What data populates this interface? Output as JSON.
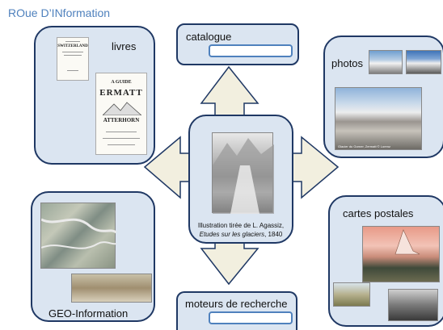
{
  "title": "ROue D’INformation",
  "catalogue": {
    "label": "catalogue"
  },
  "livres": {
    "label": "livres",
    "book1_title": "SWITZERLAND",
    "book2_title_a": "A GUIDE",
    "book2_title_b": "ERMATT",
    "book2_title_c": "ATTERHORN"
  },
  "photos": {
    "label": "photos",
    "caption": "Glacier du Gorner, Zermatt © Lorenz"
  },
  "center": {
    "caption_line1": "Illustration tirée de L. Agassiz,",
    "caption_line2_italic": "Etudes sur les glaciers",
    "caption_line2_rest": ", 1840"
  },
  "geo": {
    "label": "GEO-Information"
  },
  "cartes": {
    "label": "cartes postales"
  },
  "moteurs": {
    "label": "moteurs de recherche"
  },
  "colors": {
    "box_fill": "#dbe5f1",
    "box_border": "#1f3864",
    "arrow_fill": "#f2efdf",
    "title": "#4f81bd"
  }
}
